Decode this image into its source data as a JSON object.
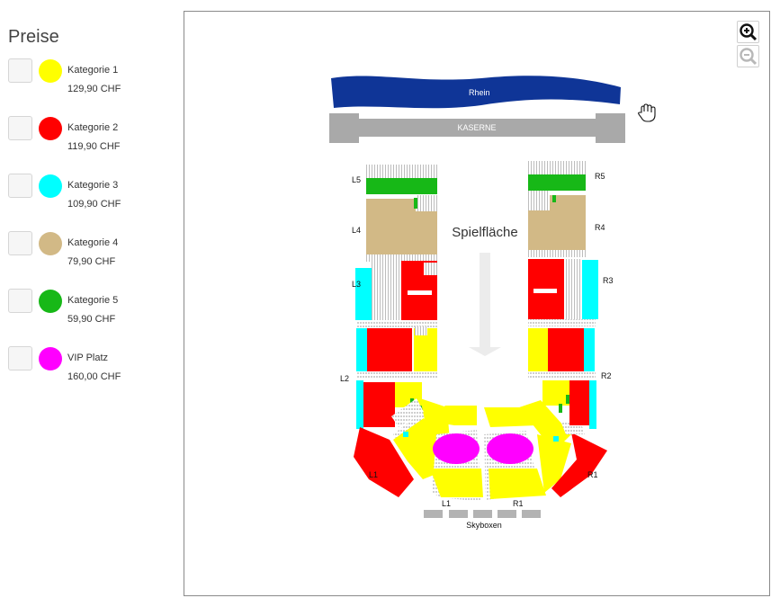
{
  "prices": {
    "title": "Preise",
    "items": [
      {
        "name": "Kategorie 1",
        "price": "129,90 CHF",
        "color": "#ffff00"
      },
      {
        "name": "Kategorie 2",
        "price": "119,90 CHF",
        "color": "#ff0000"
      },
      {
        "name": "Kategorie 3",
        "price": "109,90 CHF",
        "color": "#00ffff"
      },
      {
        "name": "Kategorie 4",
        "price": "79,90 CHF",
        "color": "#d2b986"
      },
      {
        "name": "Kategorie 5",
        "price": "59,90 CHF",
        "color": "#17b817"
      },
      {
        "name": "VIP Platz",
        "price": "160,00 CHF",
        "color": "#ff00ff"
      }
    ]
  },
  "map": {
    "zoom_in_icon": "zoom-in-icon",
    "zoom_out_icon": "zoom-out-icon",
    "pan_cursor_icon": "hand-cursor-icon",
    "river_label": "Rhein",
    "building_label": "KASERNE",
    "stage_label": "Spielfläche",
    "skybox_label": "Skyboxen",
    "sections": {
      "l1": "L1",
      "l2": "L2",
      "l3": "L3",
      "l4": "L4",
      "l5": "L5",
      "r1": "R1",
      "r2": "R2",
      "r3": "R3",
      "r4": "R4",
      "r5": "R5",
      "l1_inner": "L1",
      "r1_inner": "R1"
    },
    "colors": {
      "river": "#0f3597",
      "building": "#a9a9a9",
      "unavailable": "#c8c8c8"
    }
  }
}
